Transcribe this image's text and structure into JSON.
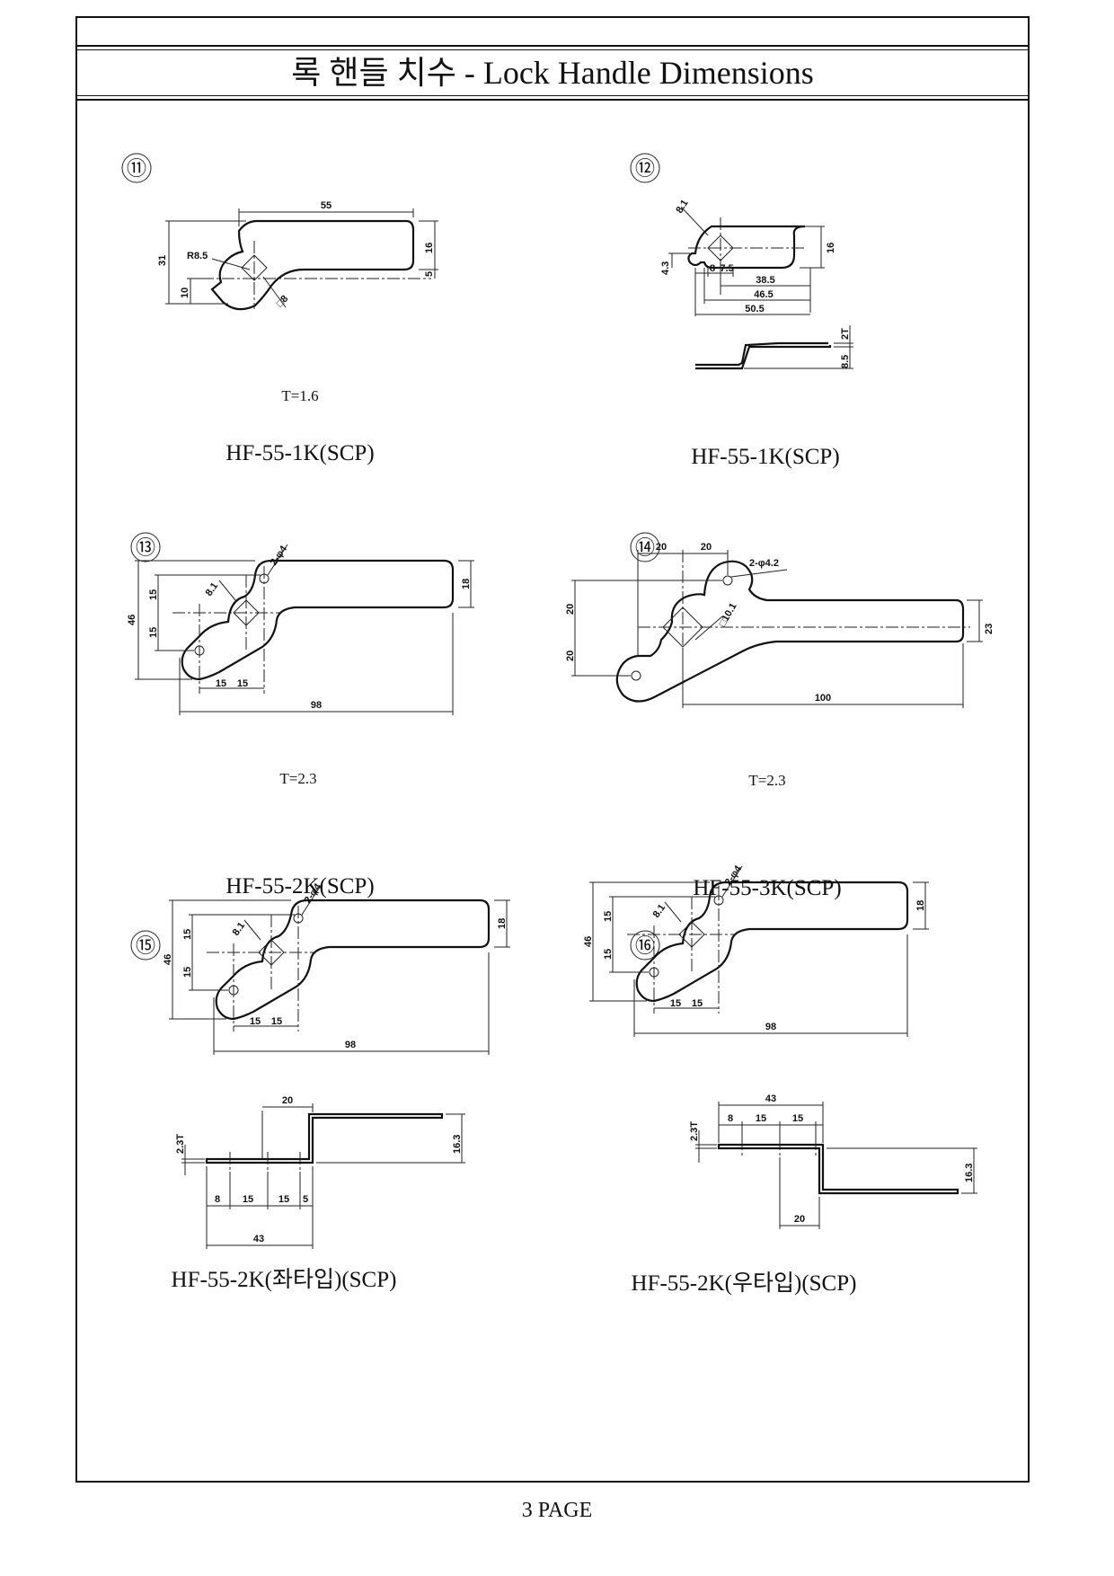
{
  "title": "록 핸들 치수 - Lock Handle Dimensions",
  "footer": "3 PAGE",
  "items": [
    {
      "number": "⑪",
      "model": "HF-55-1K(SCP)",
      "thickness": "T=1.6",
      "dims": {
        "w": "55",
        "h": "31",
        "r": "R8.5",
        "a": "16",
        "b": "5",
        "c": "10",
        "sq": "□8"
      }
    },
    {
      "number": "⑫",
      "model": "HF-55-1K(SCP)",
      "dims": {
        "sq": "8.1",
        "h": "16",
        "n43": "4.3",
        "n8": "8",
        "n75": "7.5",
        "n385": "38.5",
        "n465": "46.5",
        "n505": "50.5",
        "t": "2T",
        "h85": "8.5"
      }
    },
    {
      "number": "⑬",
      "model": "HF-55-2K(SCP)",
      "thickness": "T=2.3",
      "dims": {
        "hole": "2-φ4",
        "sq": "8.1",
        "h18": "18",
        "h46": "46",
        "a15": "15",
        "b15": "15",
        "c15": "15",
        "d15": "15",
        "w98": "98"
      }
    },
    {
      "number": "⑭",
      "model": "HF-55-3K(SCP)",
      "thickness": "T=2.3",
      "dims": {
        "t20a": "20",
        "t20b": "20",
        "hole": "2-φ4.2",
        "sq": "□10.1",
        "h23": "23",
        "l20a": "20",
        "l20b": "20",
        "w100": "100"
      }
    },
    {
      "number": "⑮",
      "model": "HF-55-2K(좌타입)(SCP)",
      "dims": {
        "hole": "2-φ4",
        "sq": "8.1",
        "h18": "18",
        "h46": "46",
        "a15": "15",
        "b15": "15",
        "c15": "15",
        "d15": "15",
        "w98": "98",
        "s20": "20",
        "s23t": "2.3T",
        "s163": "16.3",
        "s8": "8",
        "s15a": "15",
        "s15b": "15",
        "s5": "5",
        "s43": "43"
      }
    },
    {
      "number": "⑯",
      "model": "HF-55-2K(우타입)(SCP)",
      "dims": {
        "hole": "2-φ4",
        "sq": "8.1",
        "h18": "18",
        "h46": "46",
        "a15": "15",
        "b15": "15",
        "c15": "15",
        "d15": "15",
        "w98": "98",
        "s43": "43",
        "s8": "8",
        "s15a": "15",
        "s15b": "15",
        "s23t": "2.3T",
        "s163": "16.3",
        "s20": "20"
      }
    }
  ]
}
